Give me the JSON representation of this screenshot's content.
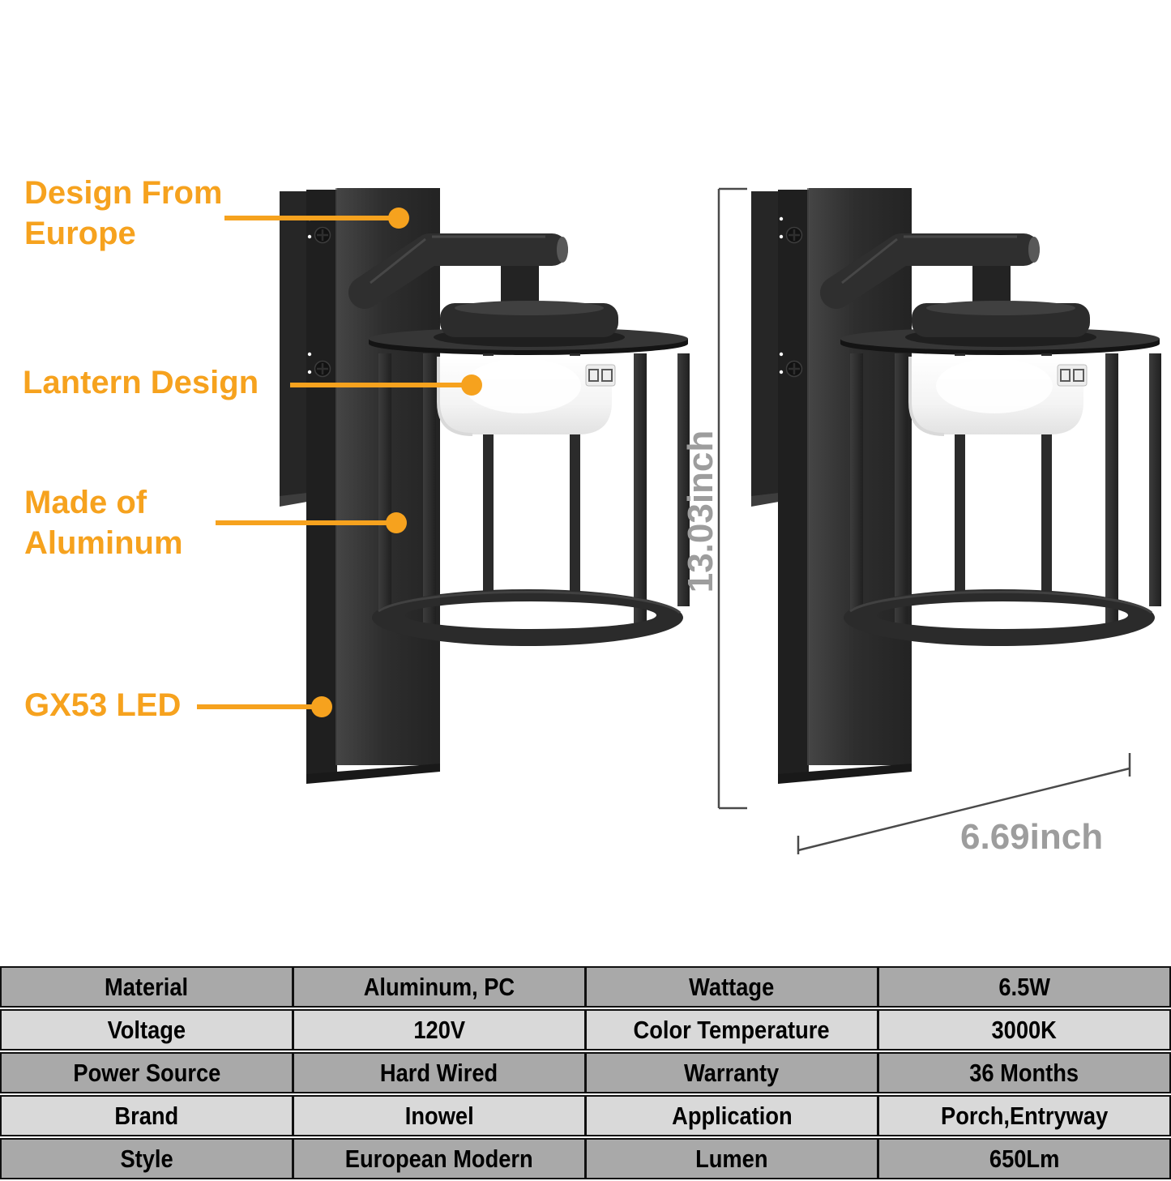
{
  "callouts": [
    {
      "line1": "Design From",
      "line2": "Europe"
    },
    {
      "line1": "Lantern Design",
      "line2": ""
    },
    {
      "line1": "Made of",
      "line2": "Aluminum"
    },
    {
      "line1": "GX53 LED",
      "line2": ""
    }
  ],
  "dimensions": {
    "height": "13.03inch",
    "width": "6.69inch"
  },
  "spec_table": {
    "rows": [
      {
        "cells": [
          "Material",
          "Aluminum, PC",
          "Wattage",
          "6.5W"
        ]
      },
      {
        "cells": [
          "Voltage",
          "120V",
          "Color Temperature",
          "3000K"
        ]
      },
      {
        "cells": [
          "Power Source",
          "Hard Wired",
          "Warranty",
          "36 Months"
        ]
      },
      {
        "cells": [
          "Brand",
          "Inowel",
          "Application",
          "Porch,Entryway"
        ]
      },
      {
        "cells": [
          "Style",
          "European Modern",
          "Lumen",
          "650Lm"
        ]
      }
    ]
  },
  "colors": {
    "accent_orange": "#F6A21E",
    "dimension_gray": "#9D9D9D",
    "table_row_dark": "#A9A9A9",
    "table_row_light": "#D9D9D9",
    "table_border": "#101010",
    "lamp_black": "#262626"
  }
}
